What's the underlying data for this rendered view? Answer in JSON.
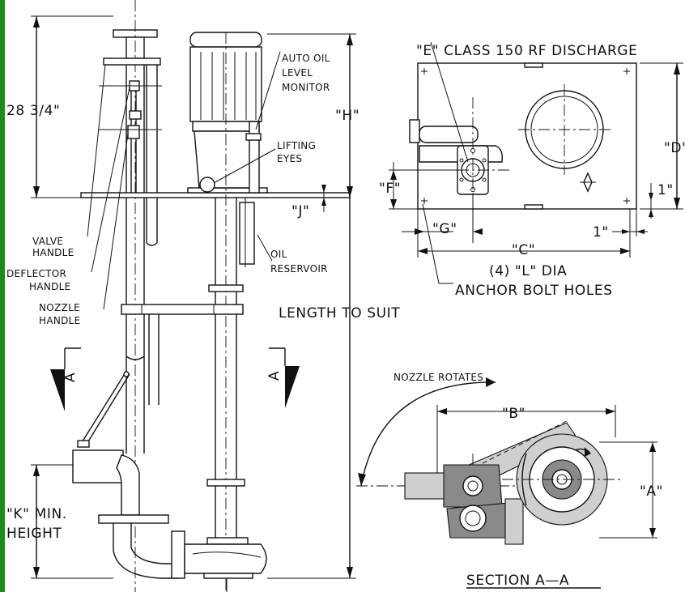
{
  "border_color": "#1e8a1e",
  "labels": {
    "height_28": "28  3/4\"",
    "valve_handle": [
      "VALVE",
      "HANDLE"
    ],
    "deflector_handle": [
      "DEFLECTOR",
      "HANDLE"
    ],
    "nozzle_handle": [
      "NOZZLE",
      "HANDLE"
    ],
    "k_min_height": [
      "\"K\"  MIN.",
      "HEIGHT"
    ],
    "auto_oil": [
      "AUTO OIL",
      "LEVEL",
      "MONITOR"
    ],
    "lifting_eyes": [
      "LIFTING",
      "EYES"
    ],
    "h_dim": "\"H\"",
    "j_dim": "\"J\"",
    "oil_reservoir": [
      "OIL",
      "RESERVOIR"
    ],
    "length_to_suit": "LENGTH  TO  SUIT",
    "section_a_left": "A",
    "section_a_right": "A",
    "e_discharge": "\"E\"  CLASS  150  RF  DISCHARGE",
    "d_dim": "\"D\"",
    "f_dim": "\"F\"",
    "one_inch_right": "1\"",
    "one_inch_bottom": "1\"",
    "g_dim": "\"G\"",
    "c_dim": "\"C\"",
    "anchor_bolts": [
      "(4)  \"L\"  DIA",
      "ANCHOR  BOLT  HOLES"
    ],
    "nozzle_rotates": "NOZZLE  ROTATES",
    "b_dim": "\"B\"",
    "a_dim": "\"A\"",
    "section_title": "SECTION  A—A"
  }
}
